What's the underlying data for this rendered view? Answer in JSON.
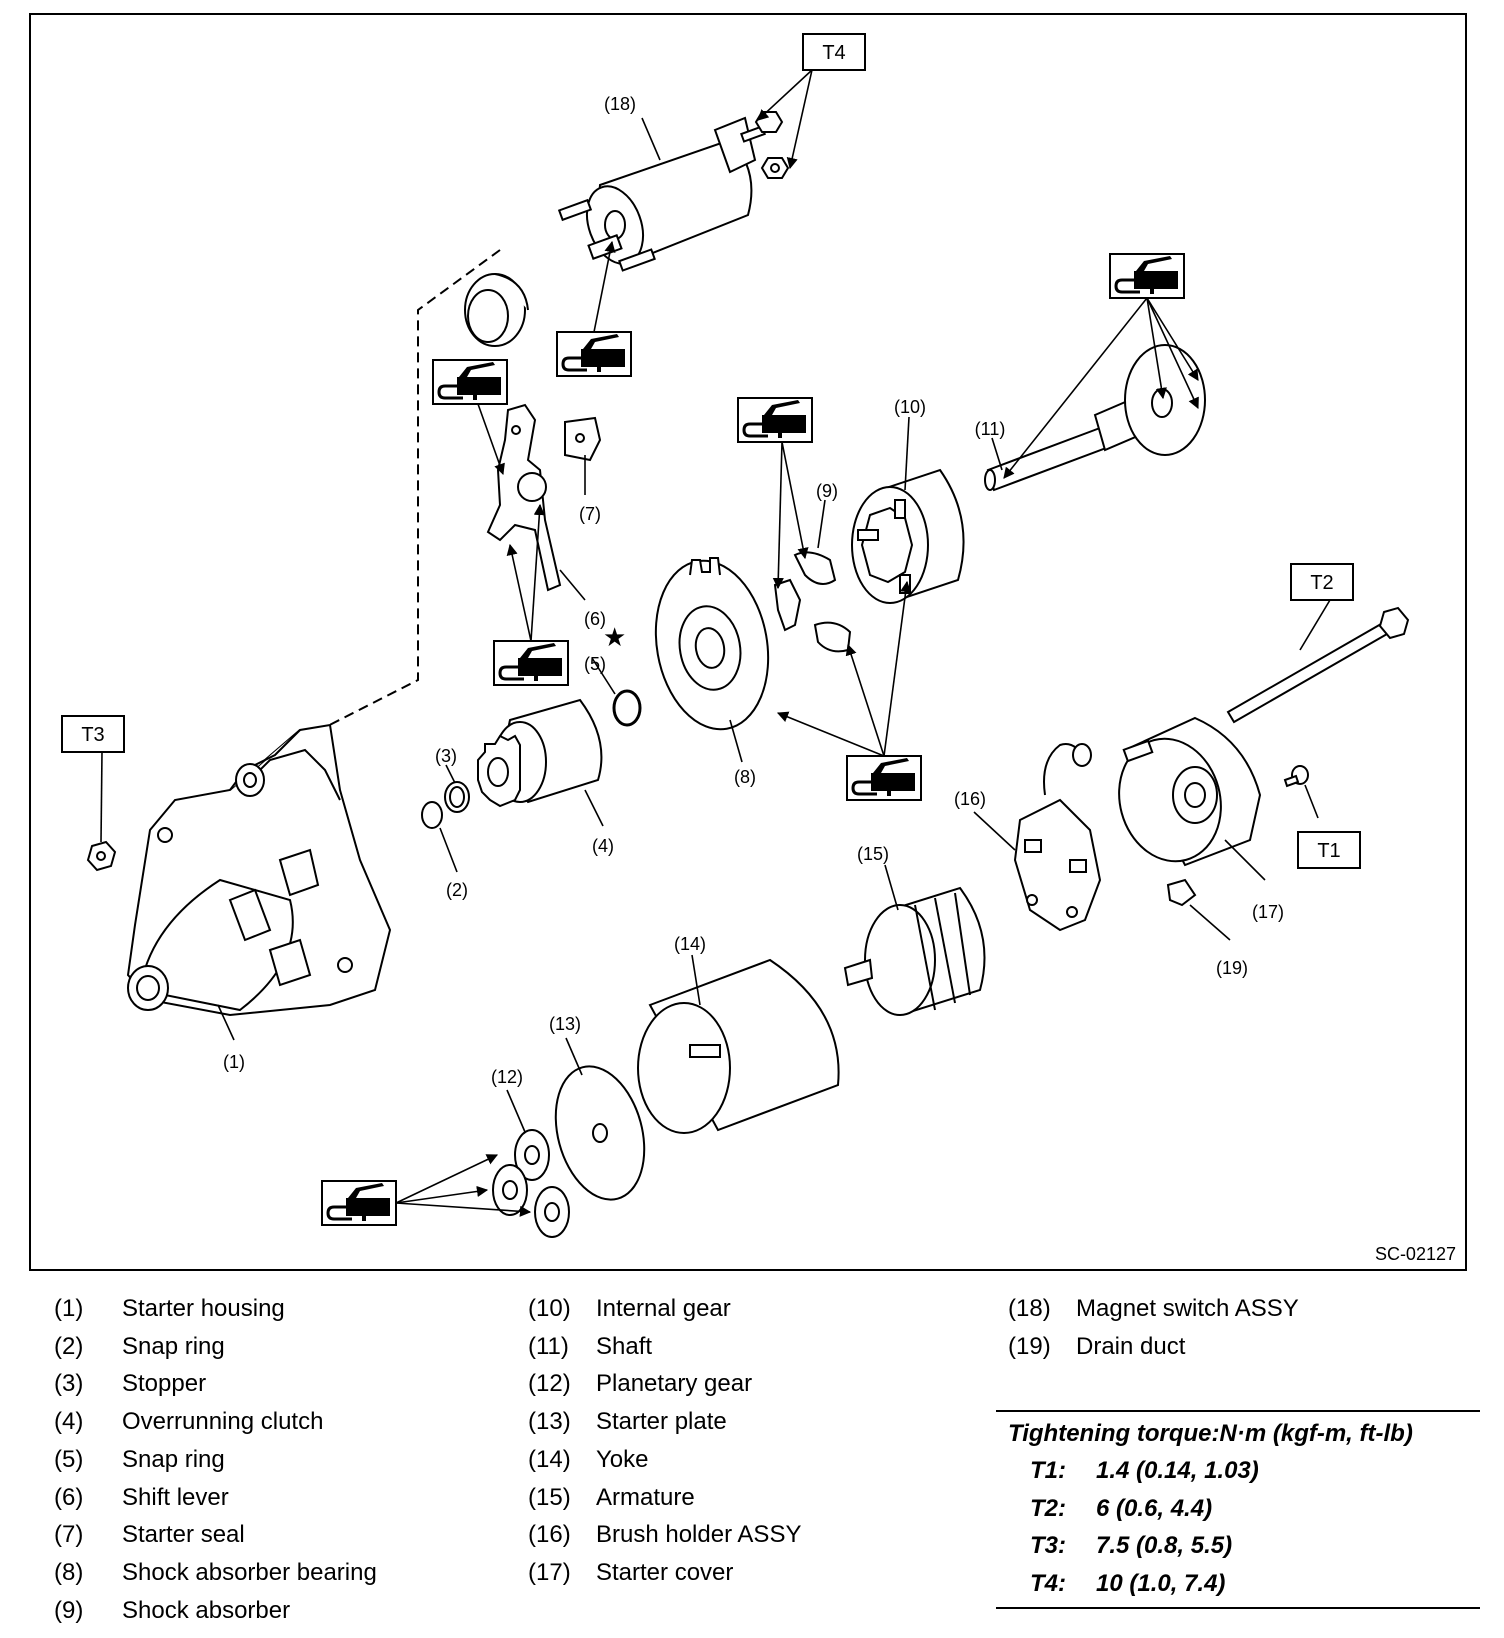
{
  "figure_code": "SC-02127",
  "callouts": {
    "p1": "(1)",
    "p2": "(2)",
    "p3": "(3)",
    "p4": "(4)",
    "p5": "(5)",
    "p6": "(6)",
    "p7": "(7)",
    "p8": "(8)",
    "p9": "(9)",
    "p10": "(10)",
    "p11": "(11)",
    "p12": "(12)",
    "p13": "(13)",
    "p14": "(14)",
    "p15": "(15)",
    "p16": "(16)",
    "p17": "(17)",
    "p18": "(18)",
    "p19": "(19)",
    "t1": "T1",
    "t2": "T2",
    "t3": "T3",
    "t4": "T4"
  },
  "star_symbol": "★",
  "grease_icon": "grease-gun-icon",
  "parts": [
    {
      "num": "(1)",
      "name": "Starter housing"
    },
    {
      "num": "(2)",
      "name": "Snap ring"
    },
    {
      "num": "(3)",
      "name": "Stopper"
    },
    {
      "num": "(4)",
      "name": "Overrunning clutch"
    },
    {
      "num": "(5)",
      "name": "Snap ring"
    },
    {
      "num": "(6)",
      "name": "Shift lever"
    },
    {
      "num": "(7)",
      "name": "Starter seal"
    },
    {
      "num": "(8)",
      "name": "Shock absorber bearing"
    },
    {
      "num": "(9)",
      "name": "Shock absorber"
    },
    {
      "num": "(10)",
      "name": "Internal gear"
    },
    {
      "num": "(11)",
      "name": "Shaft"
    },
    {
      "num": "(12)",
      "name": "Planetary gear"
    },
    {
      "num": "(13)",
      "name": "Starter plate"
    },
    {
      "num": "(14)",
      "name": "Yoke"
    },
    {
      "num": "(15)",
      "name": "Armature"
    },
    {
      "num": "(16)",
      "name": "Brush holder ASSY"
    },
    {
      "num": "(17)",
      "name": "Starter cover"
    },
    {
      "num": "(18)",
      "name": "Magnet switch ASSY"
    },
    {
      "num": "(19)",
      "name": "Drain duct"
    }
  ],
  "torque": {
    "title": "Tightening torque:N·m (kgf-m, ft-lb)",
    "rows": [
      {
        "code": "T1:",
        "value": "1.4 (0.14, 1.03)"
      },
      {
        "code": "T2:",
        "value": "6 (0.6, 4.4)"
      },
      {
        "code": "T3:",
        "value": "7.5 (0.8, 5.5)"
      },
      {
        "code": "T4:",
        "value": "10 (1.0, 7.4)"
      }
    ]
  }
}
